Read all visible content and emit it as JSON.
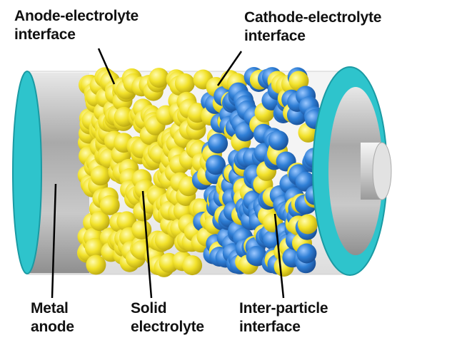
{
  "labels": {
    "anode_interface": {
      "line1": "Anode-electrolyte",
      "line2": "interface"
    },
    "cathode_interface": {
      "line1": "Cathode-electrolyte",
      "line2": "interface"
    },
    "metal_anode": {
      "line1": "Metal",
      "line2": "anode"
    },
    "solid_electrolyte": {
      "line1": "Solid",
      "line2": "electrolyte"
    },
    "inter_particle": {
      "line1": "Inter-particle",
      "line2": "interface"
    }
  },
  "colors": {
    "cap": "#2ec4cc",
    "yellow_particle": "#f2e22a",
    "blue_particle": "#2f7fd6",
    "metal": "#b8b8b8"
  }
}
